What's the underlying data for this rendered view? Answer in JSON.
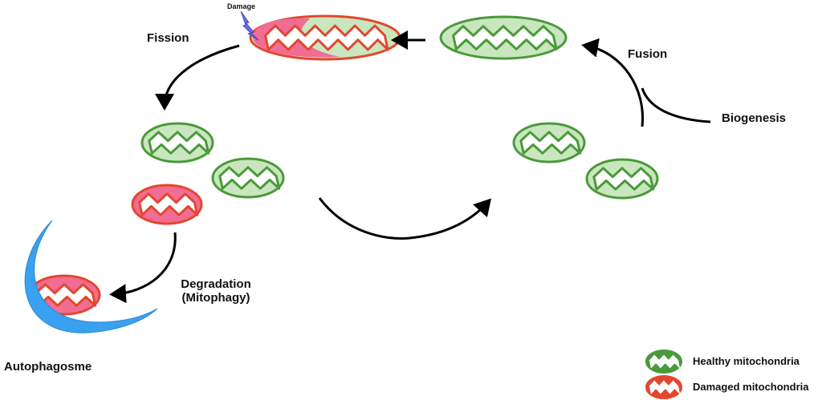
{
  "labels": {
    "damage": "Damage",
    "fission": "Fission",
    "fusion": "Fusion",
    "biogenesis": "Biogenesis",
    "degradation": "Degradation",
    "mitophagy": "(Mitophagy)",
    "autophagosome": "Autophagosme"
  },
  "legend": [
    {
      "label": "Healthy mitochondria",
      "color": "#4a9a3a"
    },
    {
      "label": "Damaged mitochondria",
      "color": "#e2472f"
    }
  ],
  "colors": {
    "healthy_fill": "#c9e6bf",
    "healthy_stroke": "#4a9a3a",
    "damaged_fill": "#f26d93",
    "damaged_stroke": "#e2472f",
    "autophagosome": "#3aa0f0",
    "lightning": "#6a6af0"
  }
}
